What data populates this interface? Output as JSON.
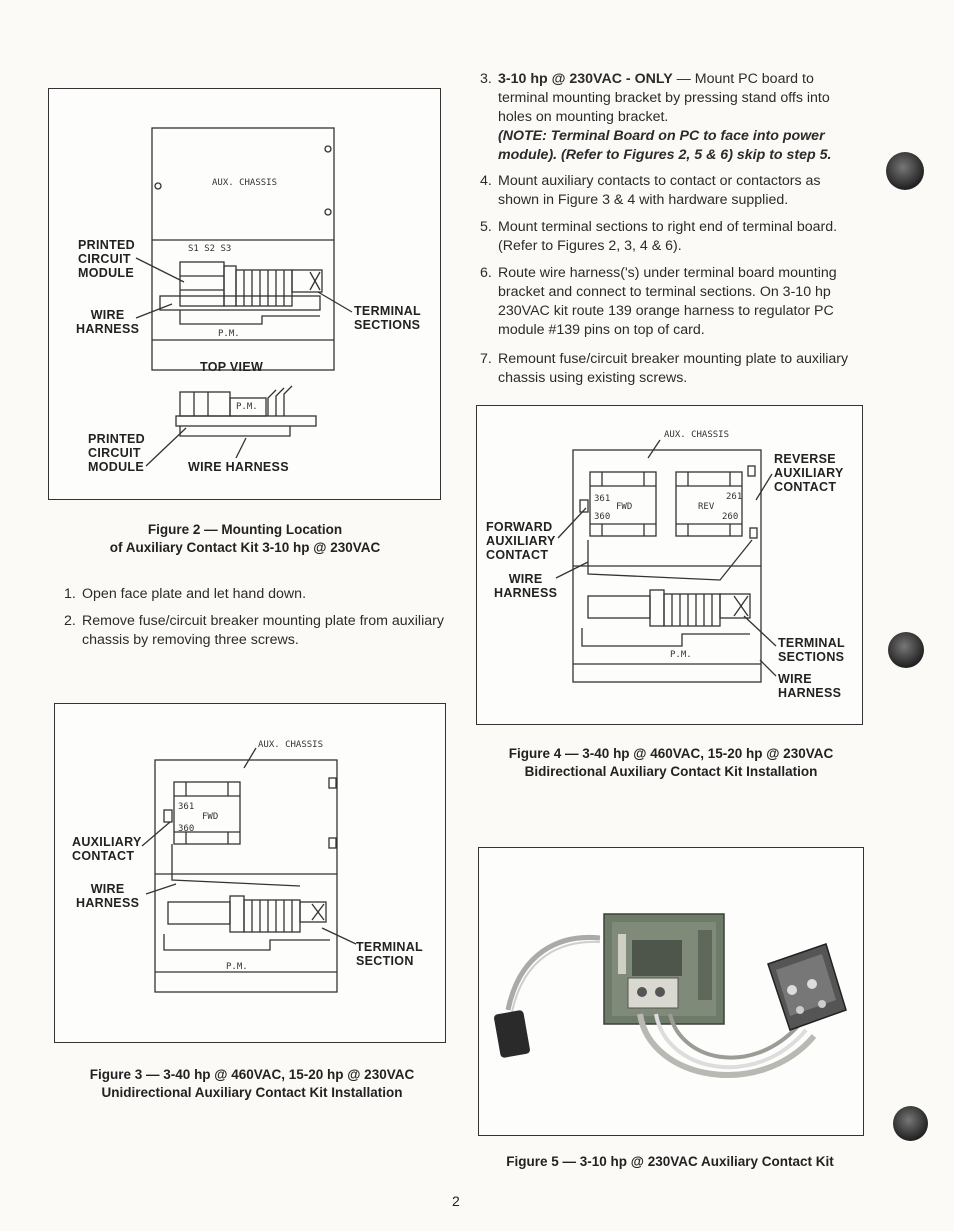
{
  "page_number": "2",
  "steps_left": [
    {
      "num": "1.",
      "text": "Open face plate and let hand down."
    },
    {
      "num": "2.",
      "text": "Remove fuse/circuit breaker mounting plate from auxiliary chassis by removing three screws."
    }
  ],
  "steps_right": {
    "s3": {
      "num": "3.",
      "lead": "3-10 hp @ 230VAC - ONLY",
      "text": " — Mount PC board to terminal mounting bracket by pressing stand offs into holes on mounting bracket.",
      "note": "(NOTE: Terminal Board on PC to face into power module). (Refer to Figures 2, 5 & 6) skip to step 5."
    },
    "s4": {
      "num": "4.",
      "text": "Mount auxiliary contacts to contact or contactors as shown in Figure 3 & 4 with hardware supplied."
    },
    "s5": {
      "num": "5.",
      "text": "Mount terminal sections to right end of terminal board. (Refer to Figures 2, 3, 4 & 6)."
    },
    "s6": {
      "num": "6.",
      "text": "Route wire harness('s) under terminal board mounting bracket and connect to terminal sections. On 3-10 hp 230VAC kit route 139 orange harness to regulator PC module #139 pins on top of card."
    },
    "s7": {
      "num": "7.",
      "text": "Remount fuse/circuit breaker mounting plate to auxiliary chassis using existing screws."
    }
  },
  "fig2": {
    "caption1": "Figure 2 — Mounting Location",
    "caption2": "of Auxiliary Contact Kit 3-10 hp @ 230VAC",
    "aux_chassis": "AUX. CHASSIS",
    "pcm": [
      "PRINTED",
      "CIRCUIT",
      "MODULE"
    ],
    "wire_harness": [
      "WIRE",
      "HARNESS"
    ],
    "terminal": [
      "TERMINAL",
      "SECTIONS"
    ],
    "top_view": "TOP VIEW",
    "pcm2": [
      "PRINTED",
      "CIRCUIT",
      "MODULE"
    ],
    "wire_harness2": "WIRE HARNESS",
    "pm": "P.M.",
    "pins": "S1 S2 S3"
  },
  "fig3": {
    "caption1": "Figure 3 — 3-40 hp @ 460VAC, 15-20 hp @ 230VAC",
    "caption2": "Unidirectional Auxiliary Contact Kit Installation",
    "aux_chassis": "AUX. CHASSIS",
    "aux_contact": [
      "AUXILIARY",
      "CONTACT"
    ],
    "wire_harness": [
      "WIRE",
      "HARNESS"
    ],
    "terminal": [
      "TERMINAL",
      "SECTION"
    ],
    "fwd": "FWD",
    "n361": "361",
    "n360": "360",
    "pm": "P.M."
  },
  "fig4": {
    "caption1": "Figure 4 — 3-40 hp @ 460VAC, 15-20 hp @ 230VAC",
    "caption2": "Bidirectional Auxiliary Contact Kit Installation",
    "aux_chassis": "AUX. CHASSIS",
    "reverse": [
      "REVERSE",
      "AUXILIARY",
      "CONTACT"
    ],
    "forward": [
      "FORWARD",
      "AUXILIARY",
      "CONTACT"
    ],
    "wire_harness": [
      "WIRE",
      "HARNESS"
    ],
    "terminal": [
      "TERMINAL",
      "SECTIONS"
    ],
    "wire_harness2": [
      "WIRE",
      "HARNESS"
    ],
    "fwd": "FWD",
    "rev": "REV",
    "n361": "361",
    "n360": "360",
    "n261": "261",
    "n260": "260",
    "pm": "P.M."
  },
  "fig5": {
    "caption": "Figure 5 — 3-10 hp @ 230VAC Auxiliary Contact Kit"
  }
}
